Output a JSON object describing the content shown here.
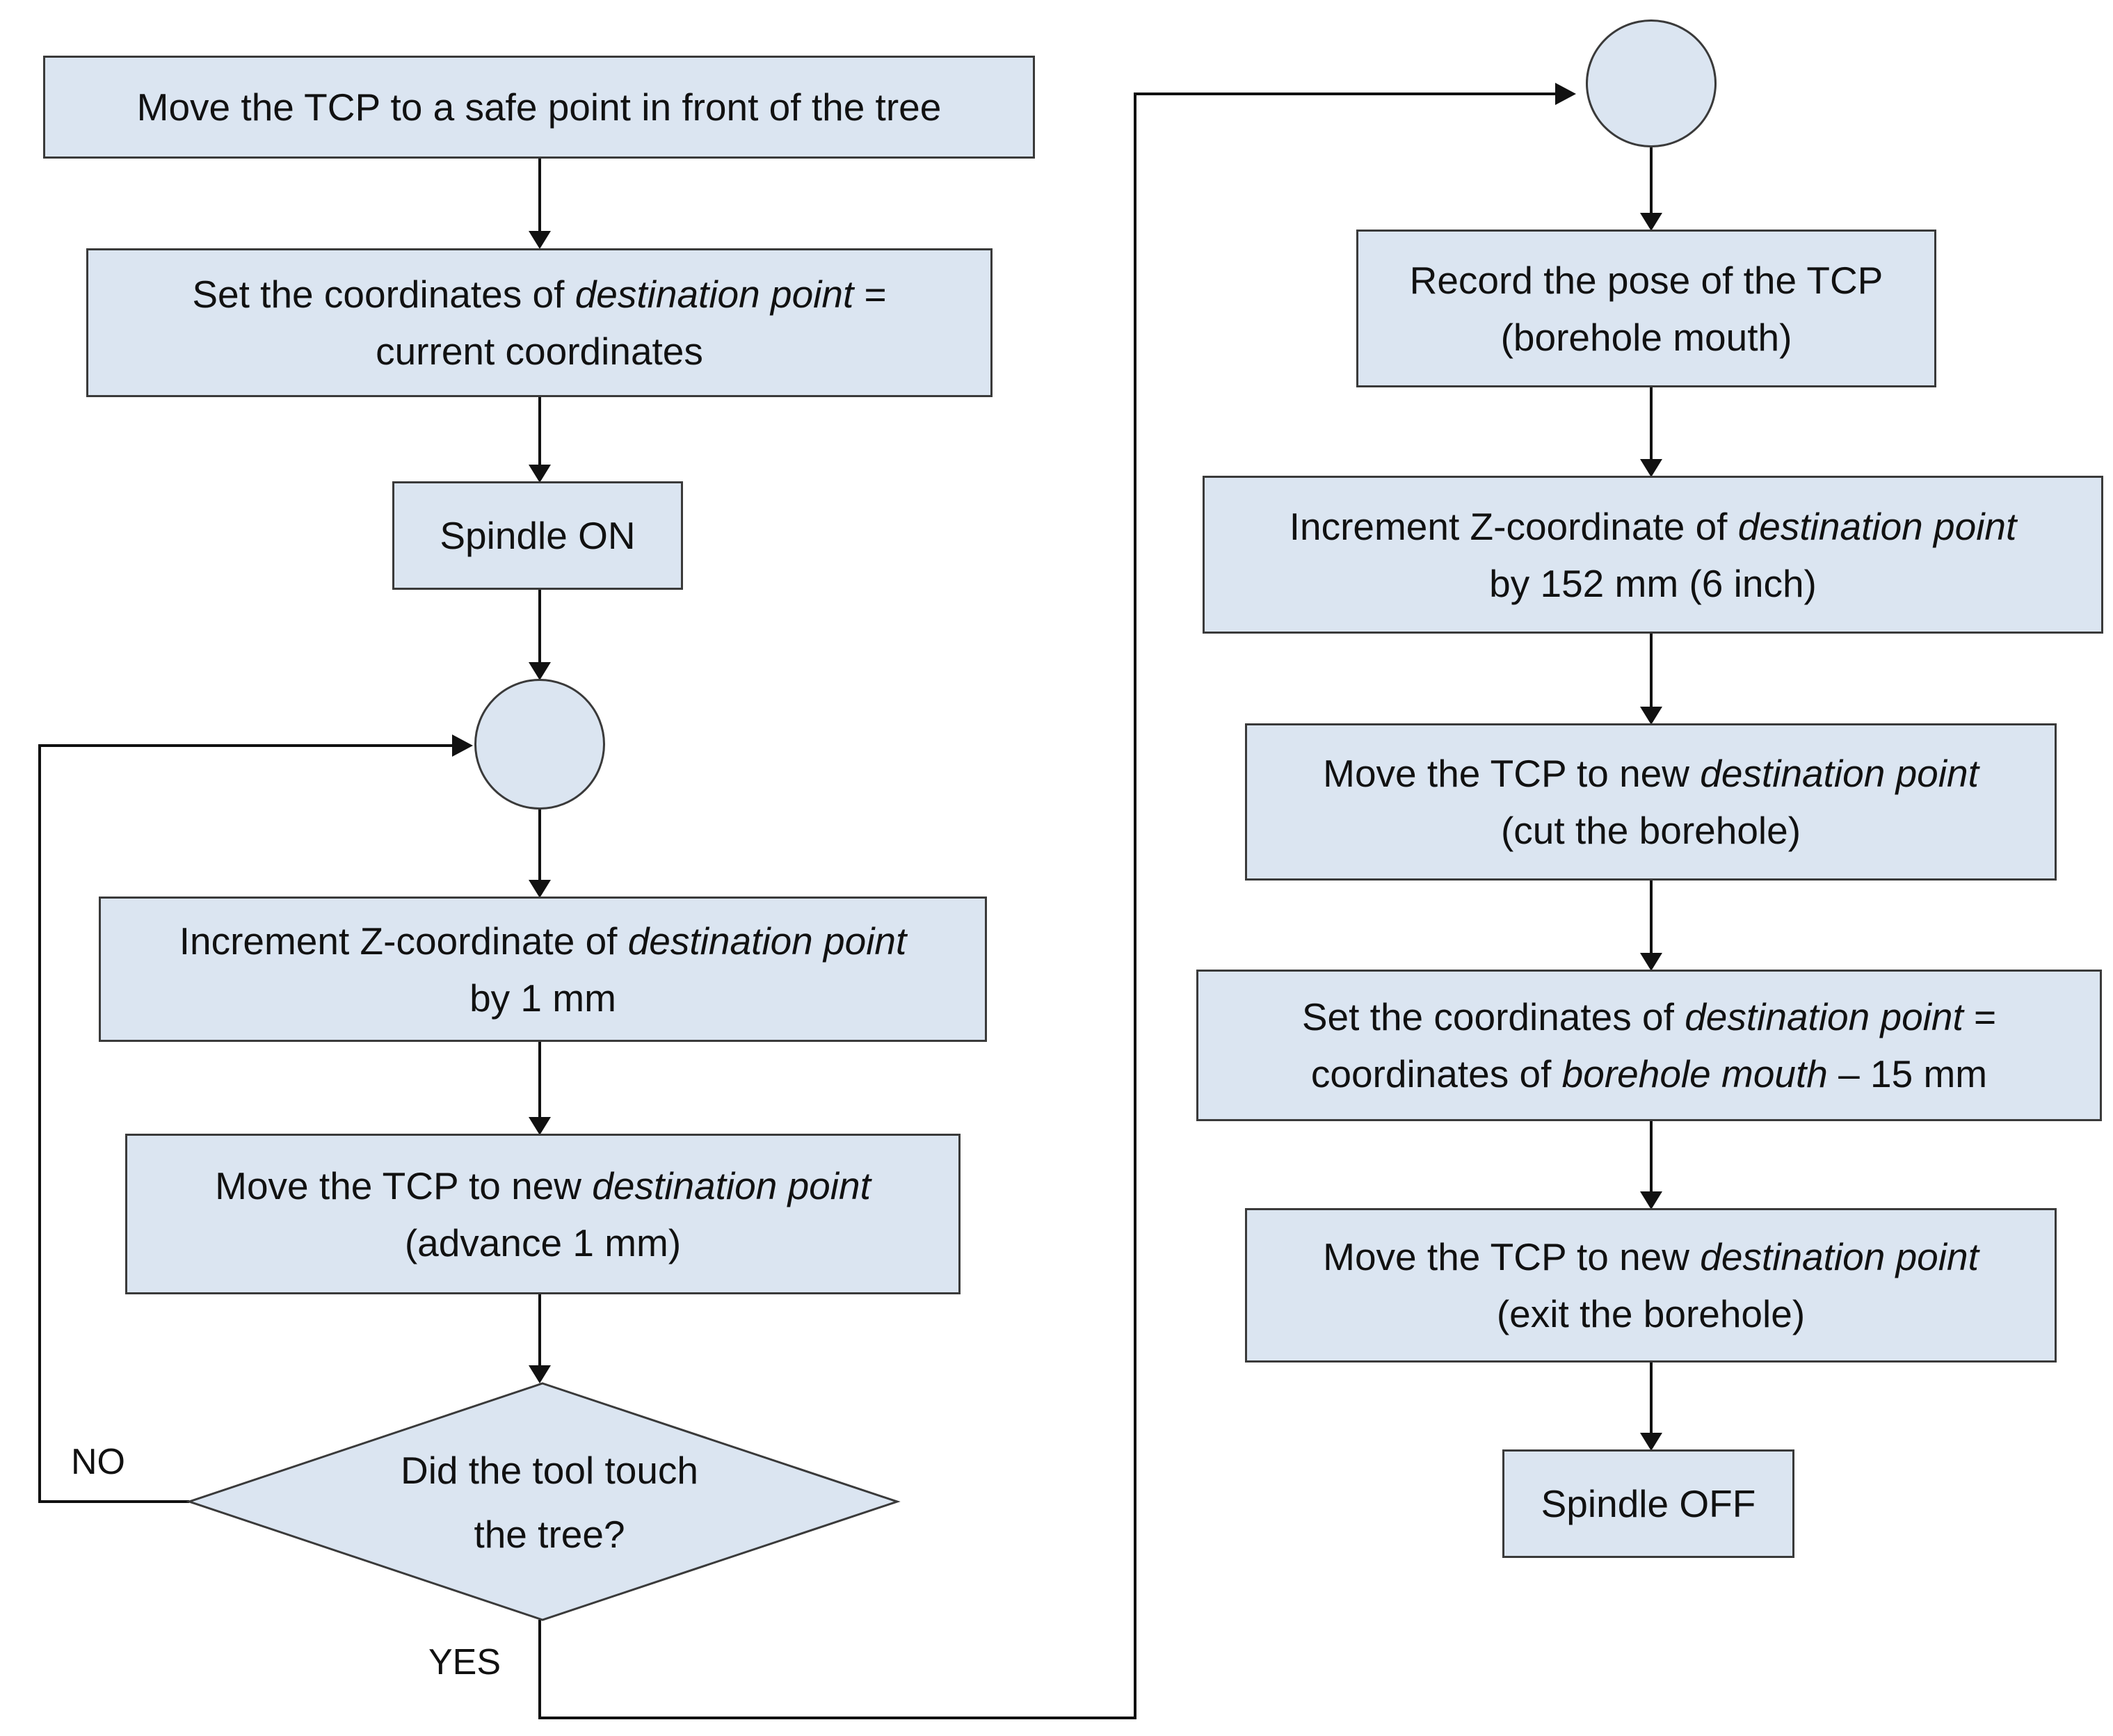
{
  "left_flow": {
    "step1": "Move the TCP to a safe point in front of the tree",
    "step2": {
      "line1_pre": "Set the coordinates of ",
      "line1_em": "destination point",
      "line1_post": " =",
      "line2": "current coordinates"
    },
    "step3": "Spindle ON",
    "step4": {
      "line1_pre": "Increment Z-coordinate of ",
      "line1_em": "destination point",
      "line2": "by 1 mm"
    },
    "step5": {
      "line1_pre": "Move the TCP to new ",
      "line1_em": "destination point",
      "line2": "(advance 1 mm)"
    },
    "decision": {
      "line1": "Did the tool touch",
      "line2": "the tree?"
    },
    "no_label": "NO",
    "yes_label": "YES"
  },
  "right_flow": {
    "step1": {
      "line1": "Record the pose of the TCP",
      "line2": "(borehole mouth)"
    },
    "step2": {
      "line1_pre": "Increment Z-coordinate of ",
      "line1_em": "destination point",
      "line2": "by 152 mm (6 inch)"
    },
    "step3": {
      "line1_pre": "Move the TCP to new ",
      "line1_em": "destination point",
      "line2": "(cut the borehole)"
    },
    "step4": {
      "line1_pre": "Set the coordinates of ",
      "line1_em": "destination point",
      "line1_post": " =",
      "line2_pre": "coordinates of ",
      "line2_em": "borehole mouth",
      "line2_post": " – 15 mm"
    },
    "step5": {
      "line1_pre": "Move the TCP to new ",
      "line1_em": "destination point",
      "line2": "(exit the borehole)"
    },
    "step6": "Spindle OFF"
  },
  "colors": {
    "fill": "#dbe5f1",
    "stroke": "#3a3a3a",
    "line": "#111111"
  }
}
